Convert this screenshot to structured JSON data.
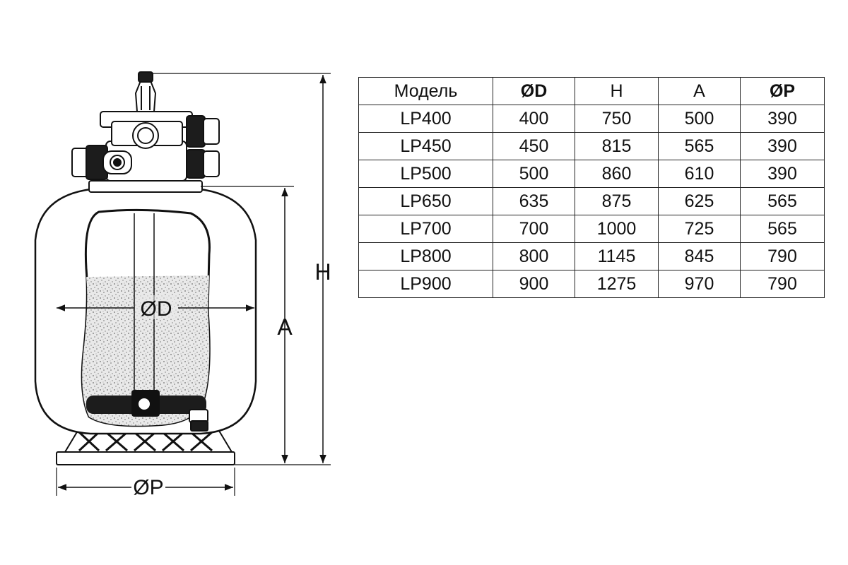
{
  "diagram": {
    "labels": {
      "height": "H",
      "body_height": "A",
      "tank_diameter": "ØD",
      "base_diameter": "ØP"
    }
  },
  "table": {
    "headers": [
      "Модель",
      "ØD",
      "H",
      "A",
      "ØP"
    ],
    "rows": [
      [
        "LP400",
        "400",
        "750",
        "500",
        "390"
      ],
      [
        "LP450",
        "450",
        "815",
        "565",
        "390"
      ],
      [
        "LP500",
        "500",
        "860",
        "610",
        "390"
      ],
      [
        "LP650",
        "635",
        "875",
        "625",
        "565"
      ],
      [
        "LP700",
        "700",
        "1000",
        "725",
        "565"
      ],
      [
        "LP800",
        "800",
        "1145",
        "845",
        "790"
      ],
      [
        "LP900",
        "900",
        "1275",
        "970",
        "790"
      ]
    ]
  }
}
